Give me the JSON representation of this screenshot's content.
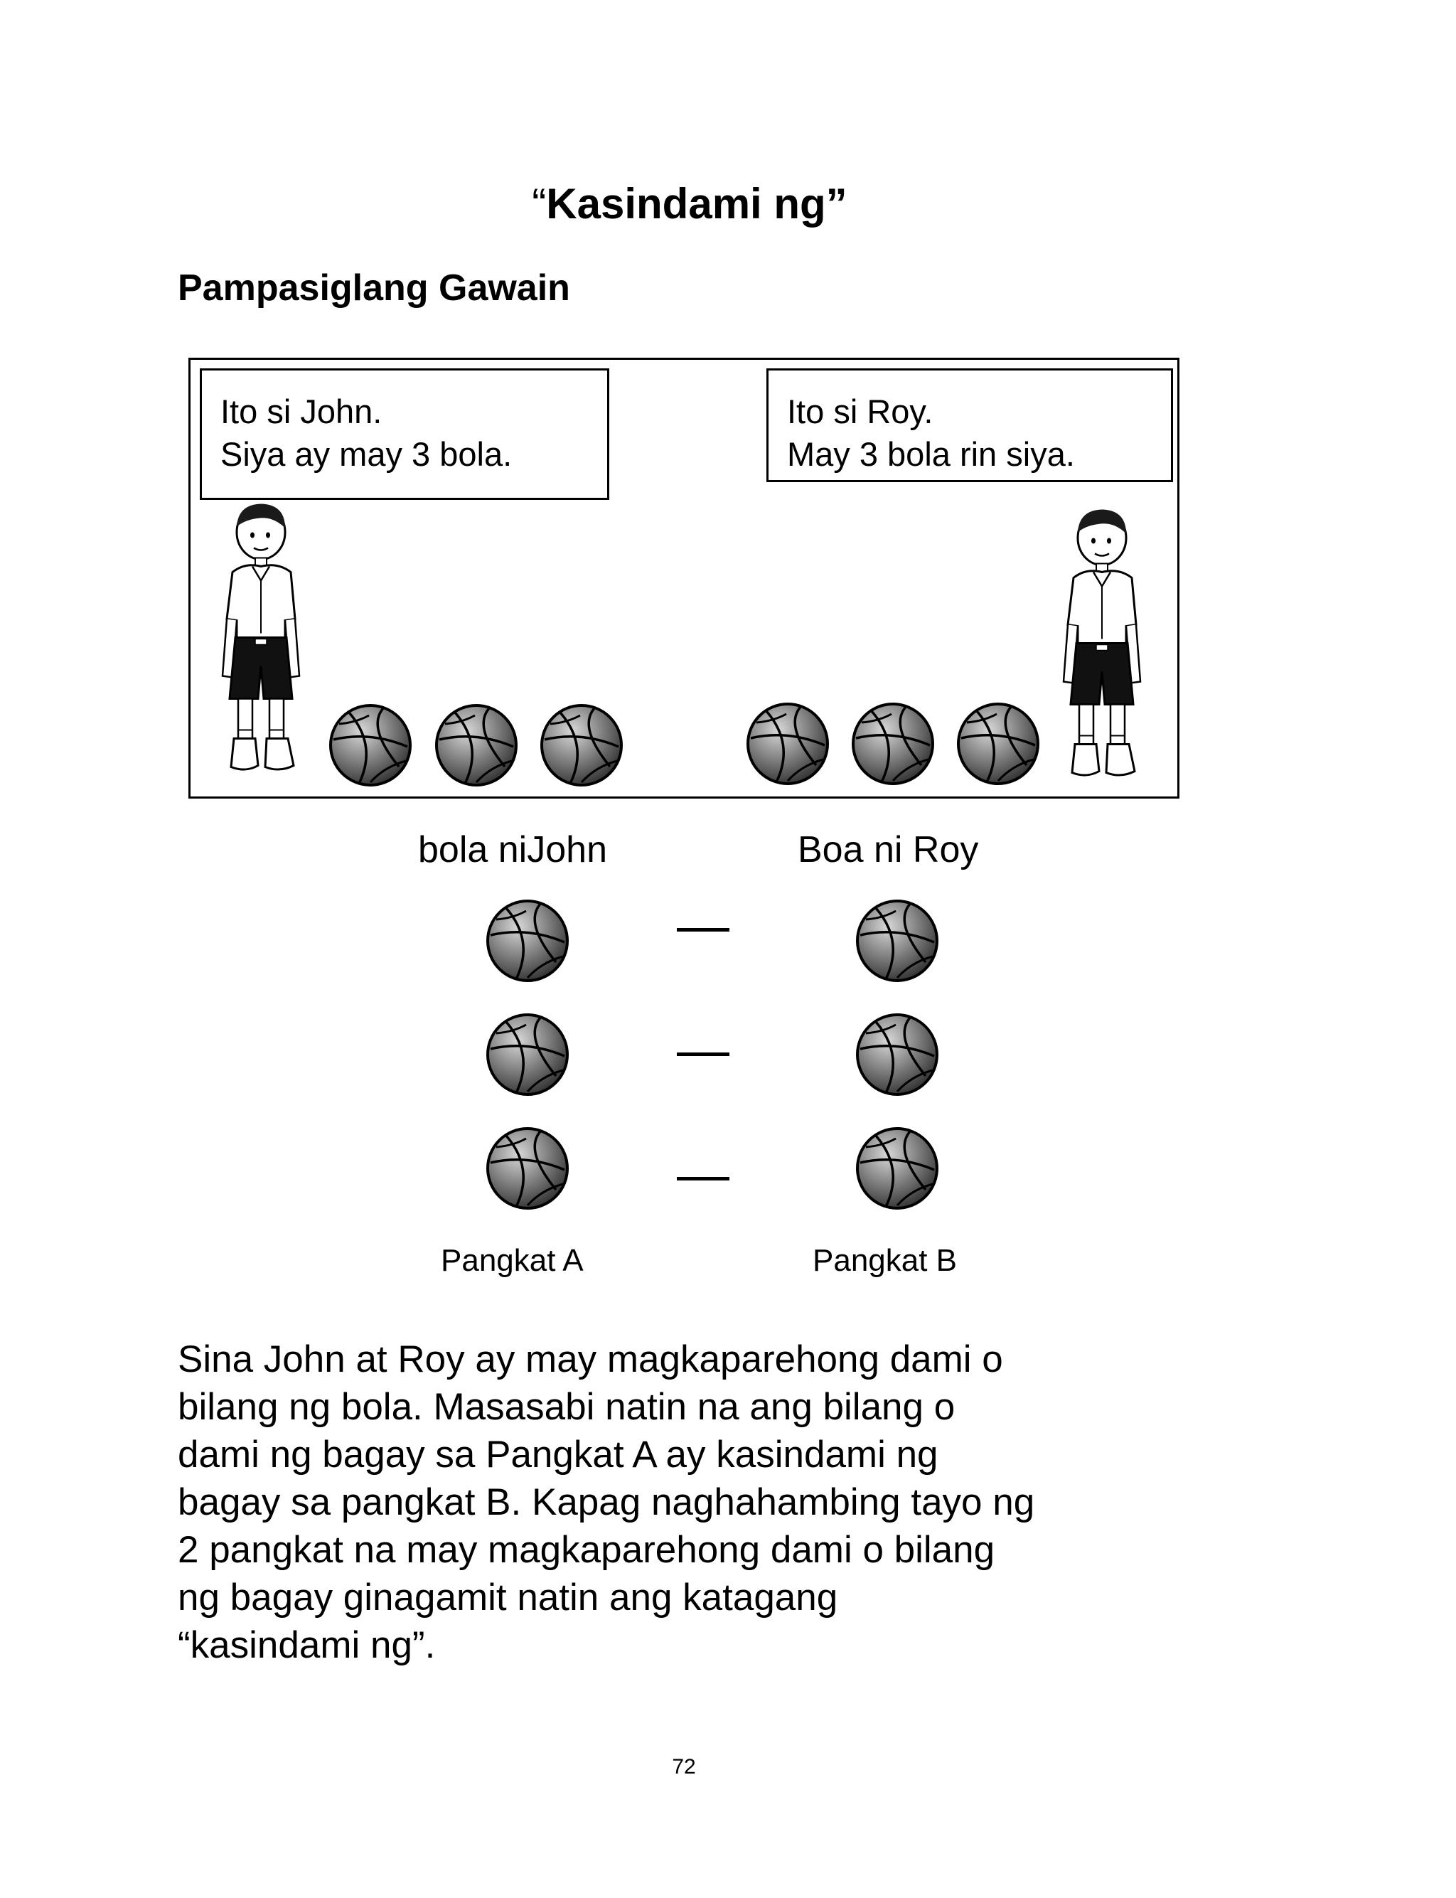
{
  "title": {
    "open_quote": "“",
    "text": "Kasindami ng”"
  },
  "subtitle": "Pampasiglang Gawain",
  "scene": {
    "john_bubble": [
      "Ito si John.",
      "Siya ay may 3 bola."
    ],
    "roy_bubble": [
      "Ito si Roy.",
      "May 3 bola rin siya."
    ],
    "john_ball_count": 3,
    "roy_ball_count": 3
  },
  "matching": {
    "left_header": "bola niJohn",
    "right_header": "Boa ni Roy",
    "pairs": 3,
    "left_group_label": "Pangkat A",
    "right_group_label": "Pangkat B"
  },
  "paragraph": [
    "Sina John at Roy ay may magkaparehong dami o",
    "bilang ng bola.  Masasabi natin na ang bilang o",
    "dami ng bagay sa Pangkat A ay kasindami ng",
    "bagay sa pangkat B. Kapag naghahambing tayo ng",
    "2 pangkat na may magkaparehong dami o bilang",
    "ng  bagay ginagamit natin ang katagang",
    "“kasindami ng”."
  ],
  "page_number": "72"
}
